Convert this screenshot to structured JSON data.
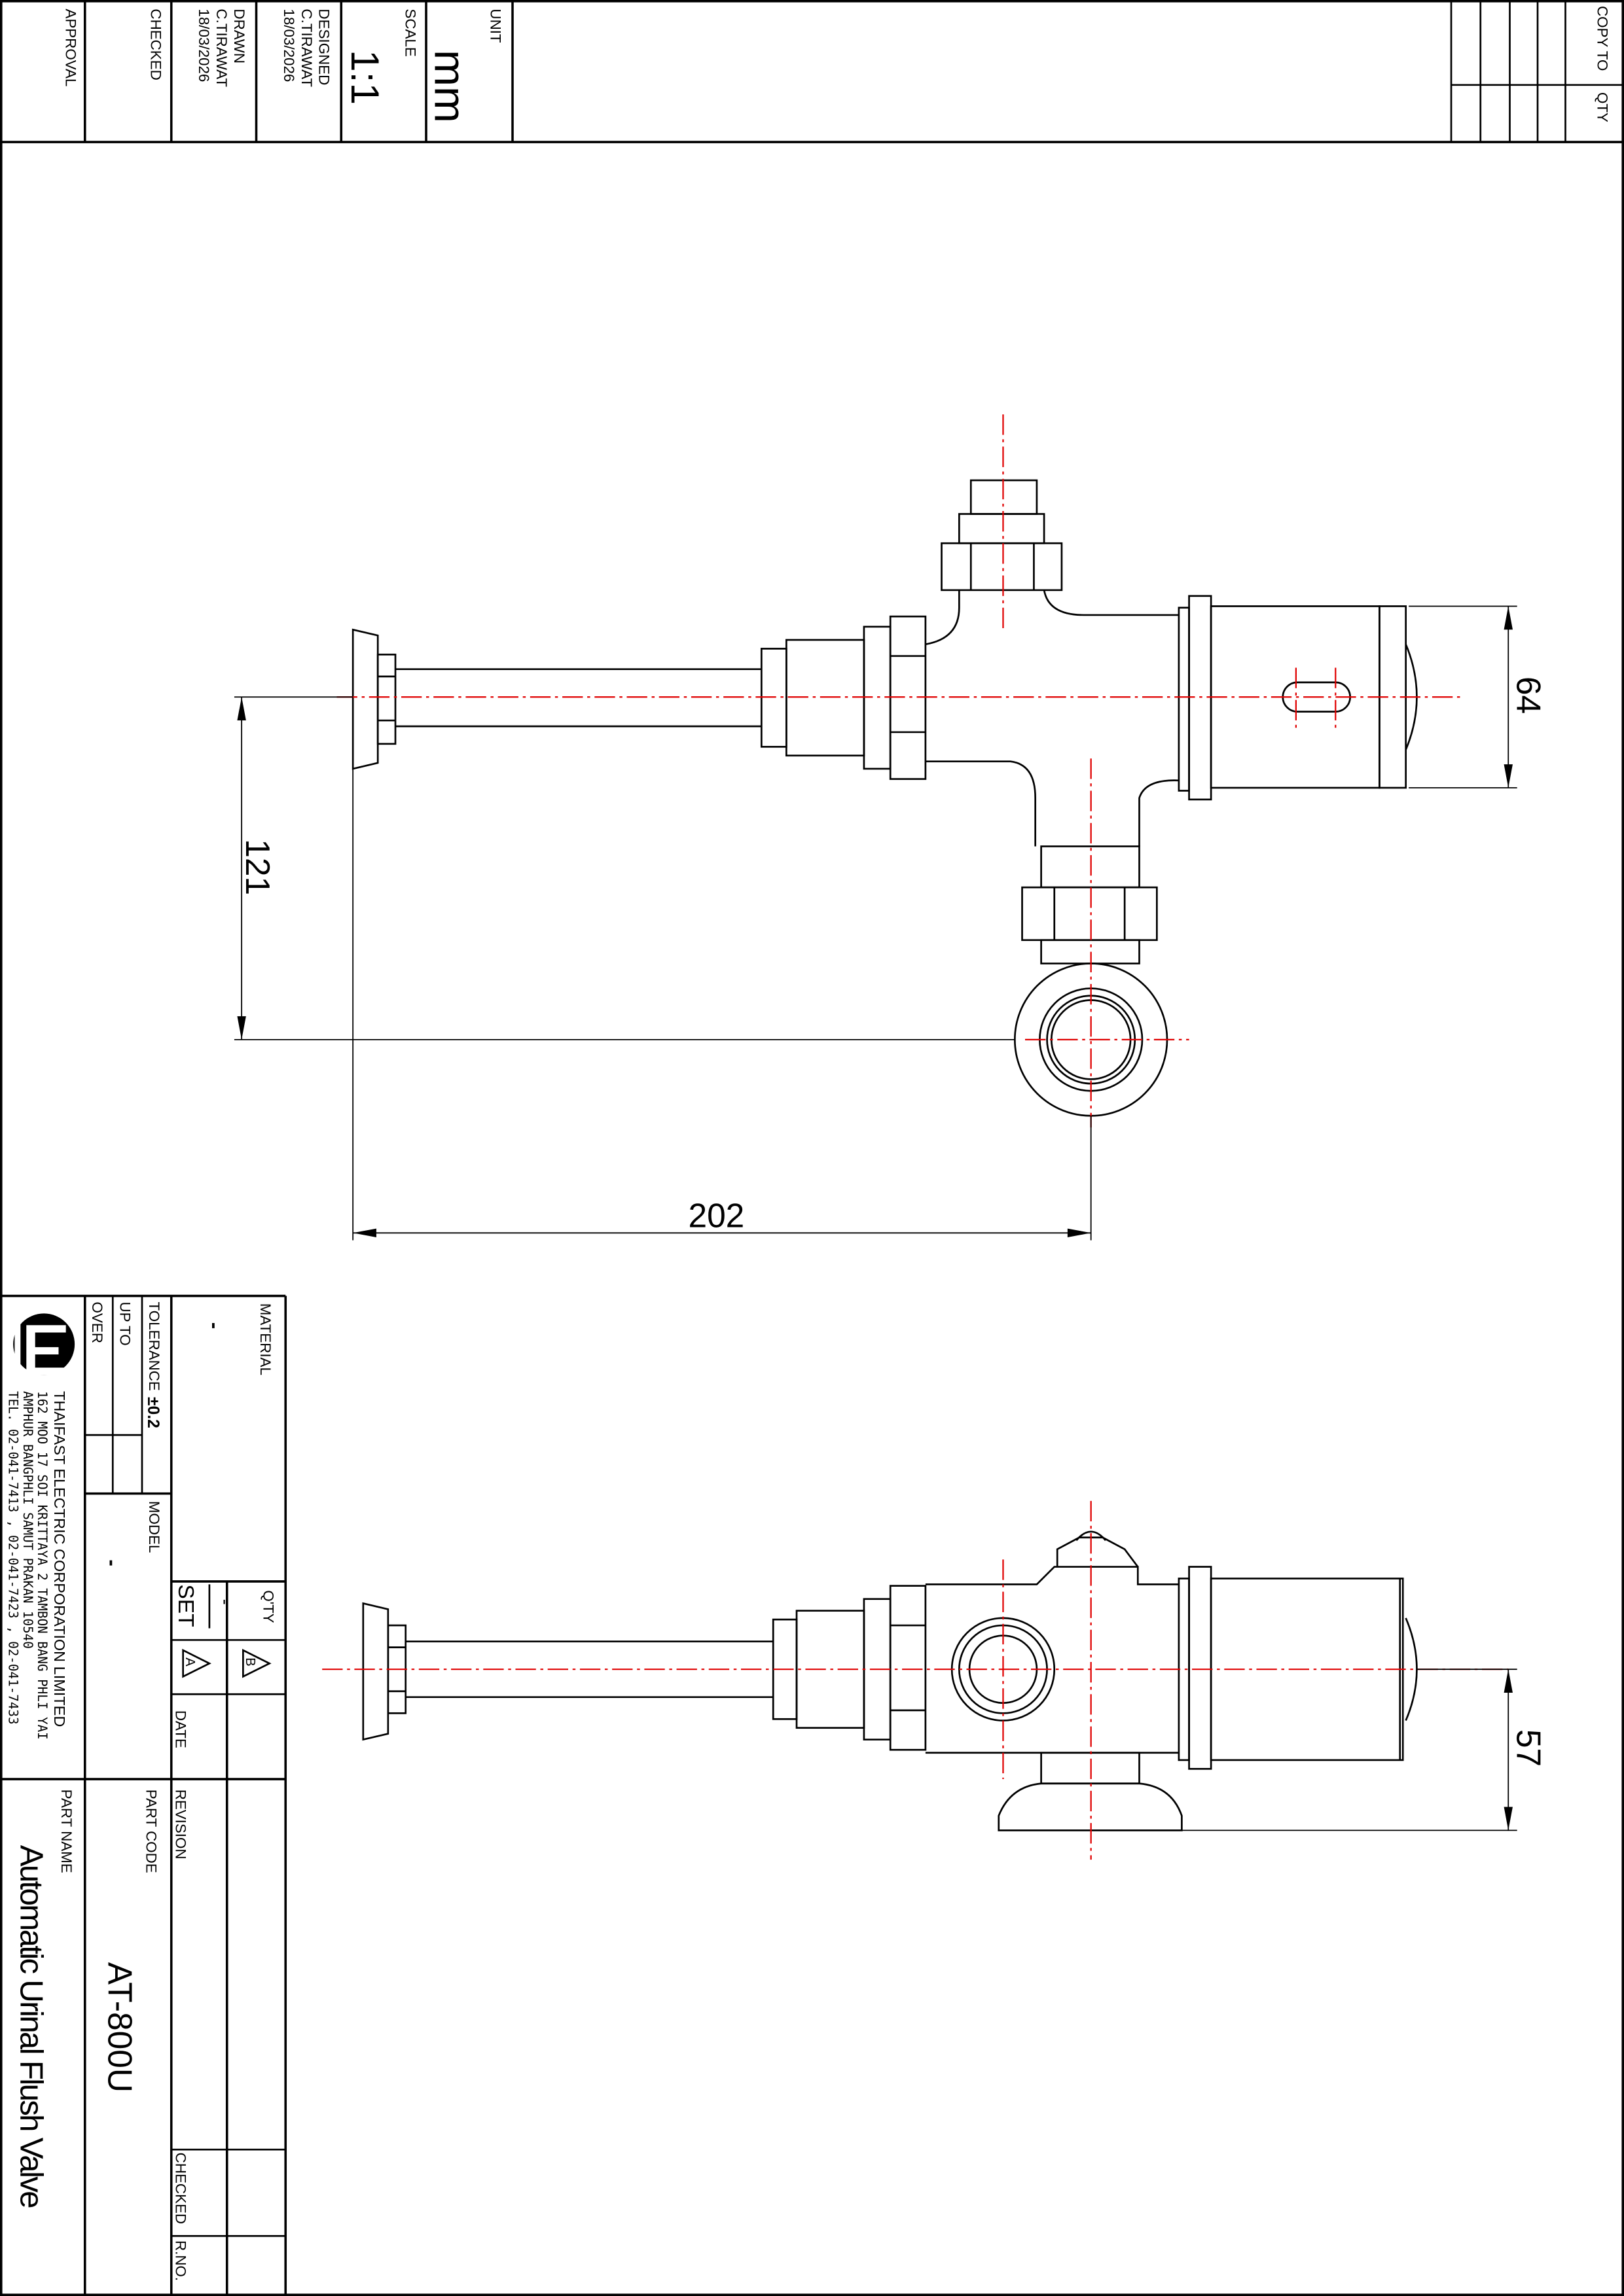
{
  "header": {
    "unit_label": "UNIT",
    "unit_value": "mm",
    "scale_label": "SCALE",
    "scale_value": "1:1",
    "designed_label": "DESIGNED",
    "designed_by": "C.TIRAWAT",
    "designed_date": "18/03/2026",
    "drawn_label": "DRAWN",
    "drawn_by": "C.TIRAWAT",
    "drawn_date": "18/03/2026",
    "checked_label": "CHECKED",
    "approval_label": "APPROVAL",
    "copy_to_label": "COPY TO",
    "qty_label": "QTY"
  },
  "title_block": {
    "material_label": "MATERIAL",
    "material_value": "-",
    "qty_label": "Q'TY",
    "qty_value": "-",
    "qty_unit": "SET",
    "rev_a": "A",
    "rev_b": "B",
    "date_label": "DATE",
    "tolerance_label": "TOLERANCE",
    "tolerance_value": "±0.2",
    "up_to_label": "UP TO",
    "over_label": "OVER",
    "model_label": "MODEL",
    "model_value": "-",
    "company_name": "THAIFAST ELECTRIC CORPORATION LIMITED",
    "address_1": "162  MOO  17  SOI  KRITTAYA  2  TAMBON  BANG  PHLI  YAI",
    "address_2": "AMPHUR  BANGPHLI  SAMUT  PRAKAN  10540",
    "phone": "TEL.  02-041-7413 , 02-041-7423 , 02-041-7433",
    "revision_label": "REVISION",
    "checked_label": "CHECKED",
    "rno_label": "R.NO.",
    "part_code_label": "PART CODE",
    "part_code": "AT-800U",
    "part_name_label": "PART NAME",
    "part_name": "Automatic Urinal Flush Valve"
  },
  "dimensions": {
    "top_view_height": "64",
    "top_view_offset": "121",
    "top_view_length": "202",
    "side_view_height": "57"
  },
  "colors": {
    "line": "#000000",
    "centerline": "#e00000"
  }
}
